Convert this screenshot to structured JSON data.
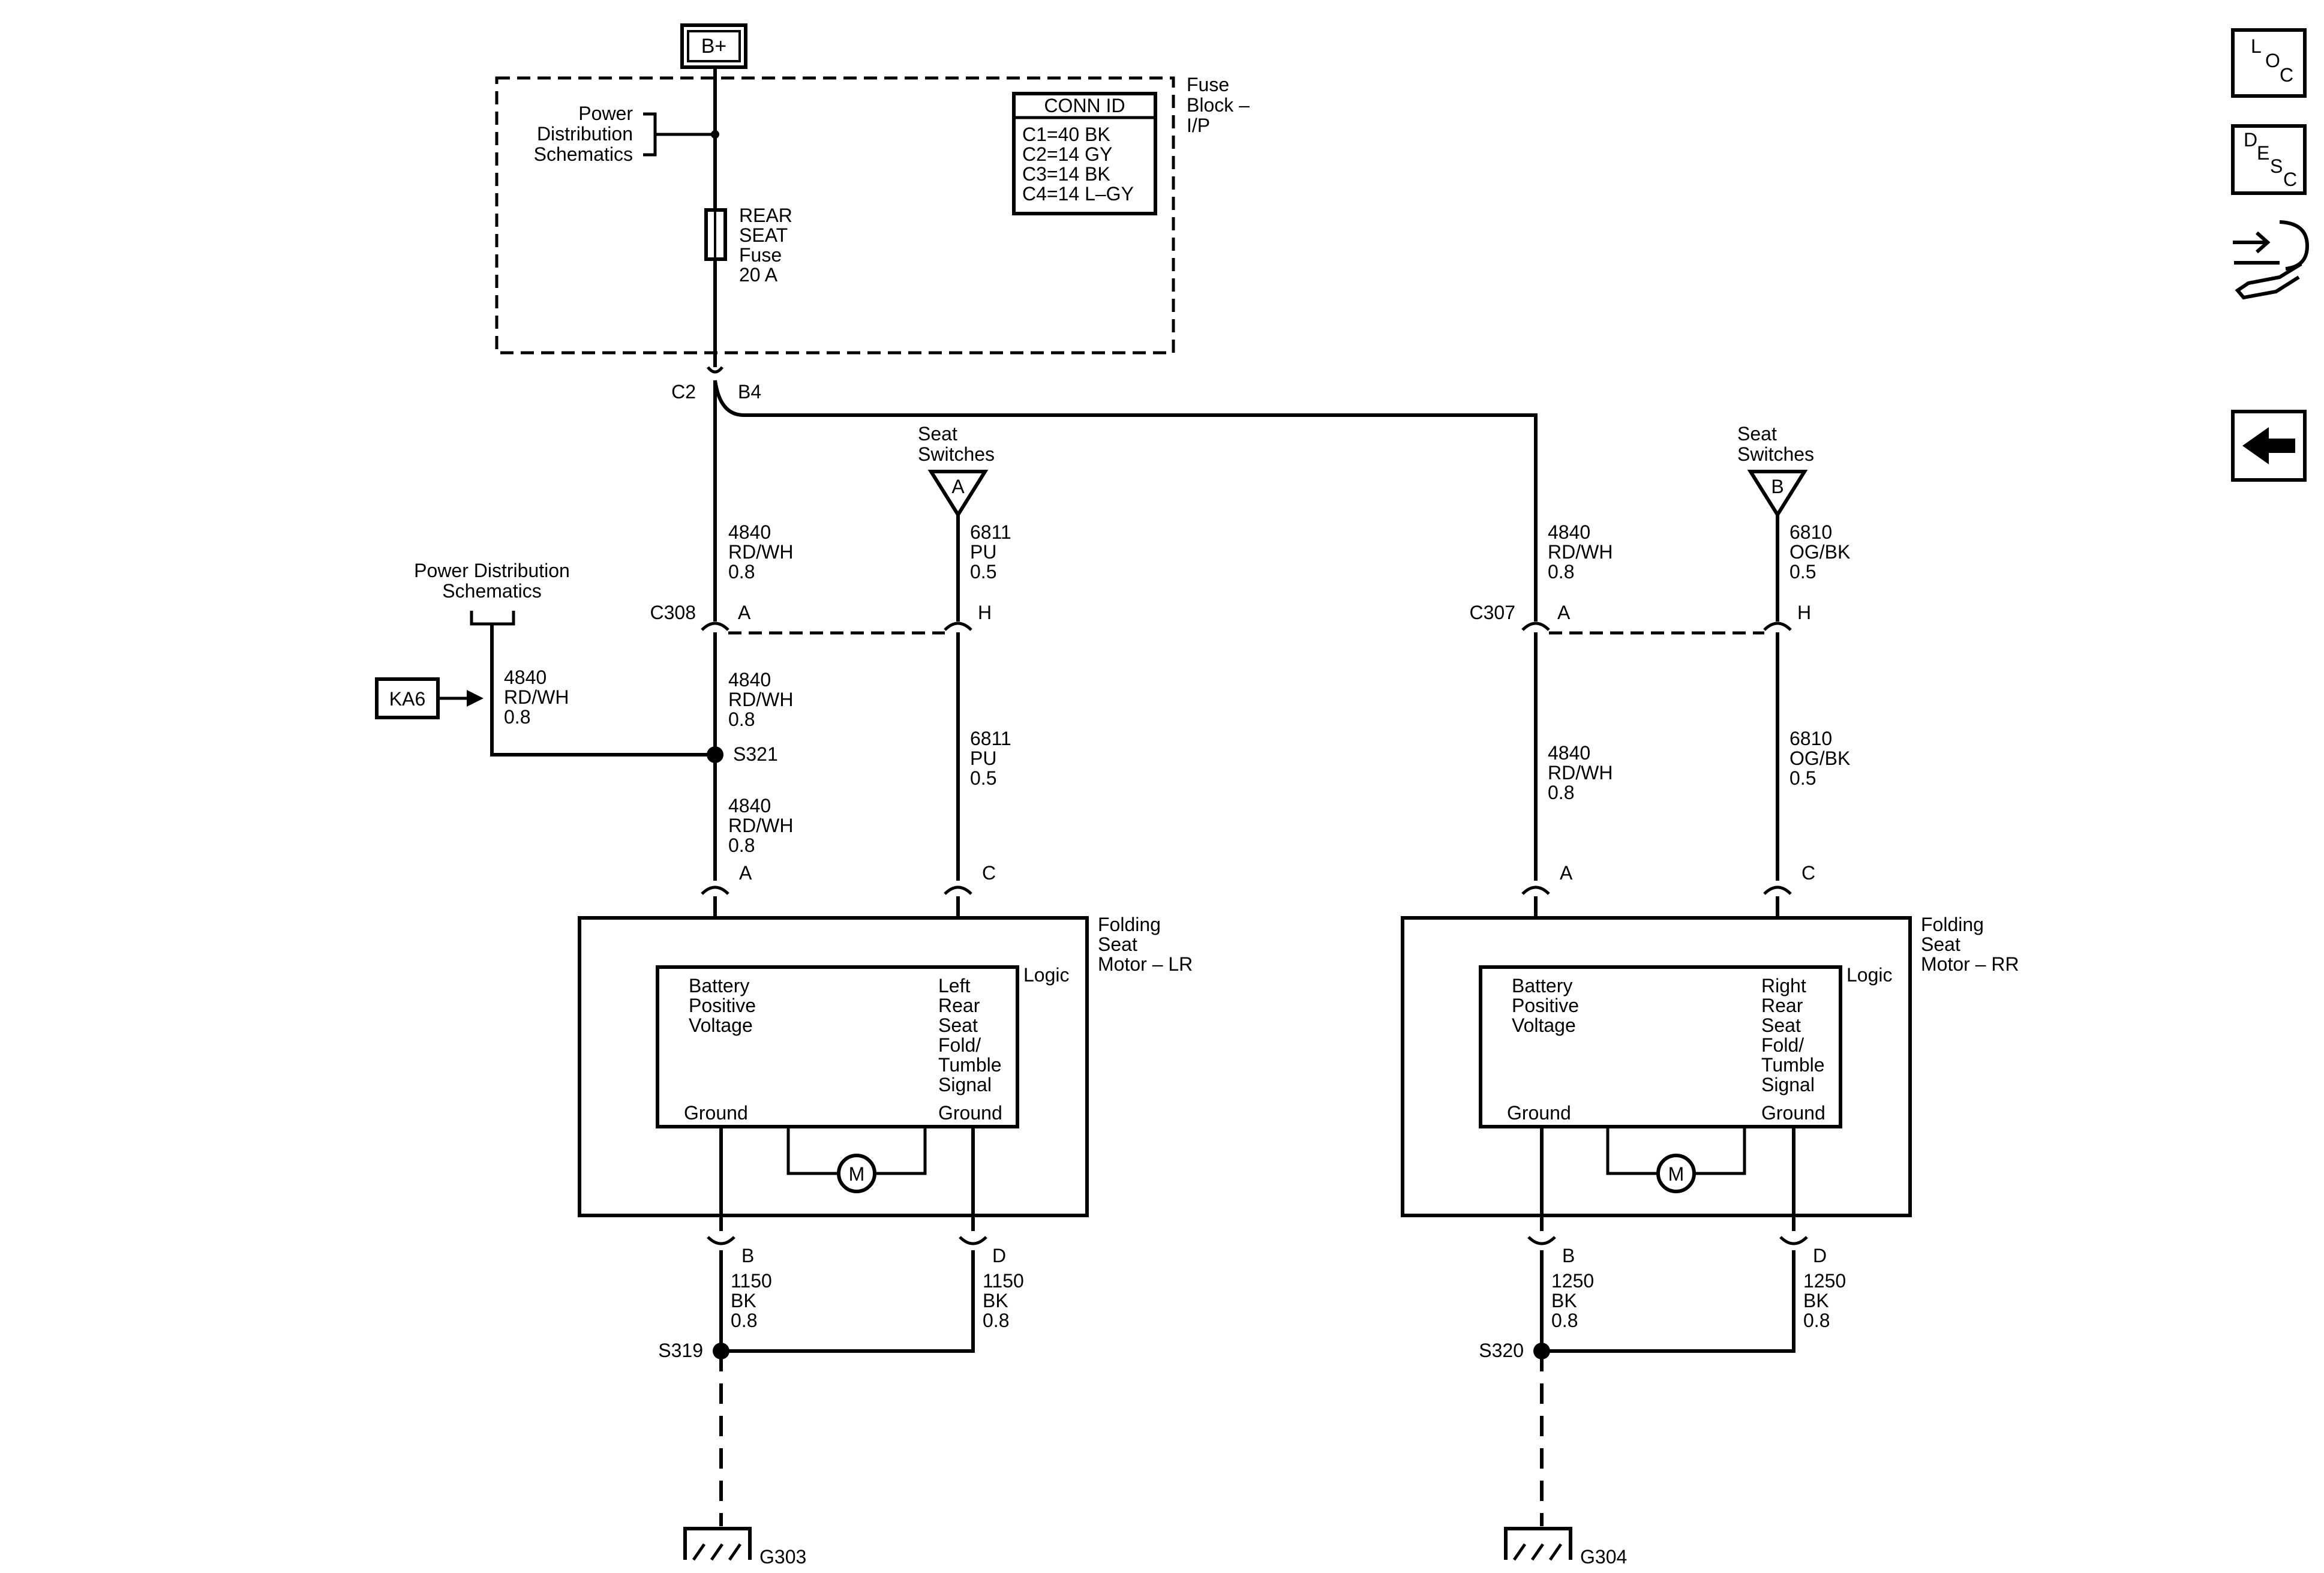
{
  "power_source": "B+",
  "fuse_block": {
    "label_lines": [
      "Fuse",
      "Block –",
      "I/P"
    ],
    "power_dist_lines": [
      "Power",
      "Distribution",
      "Schematics"
    ],
    "fuse_lines": [
      "REAR",
      "SEAT",
      "Fuse",
      "20 A"
    ],
    "conn_id_title": "CONN ID",
    "conn_id_rows": [
      "C1=40 BK",
      "C2=14 GY",
      "C3=14 BK",
      "C4=14 L–GY"
    ],
    "connector_c2": "C2",
    "pin_b4": "B4"
  },
  "seat_switches": {
    "left": {
      "lines": [
        "Seat",
        "Switches"
      ],
      "symbol": "A"
    },
    "right": {
      "lines": [
        "Seat",
        "Switches"
      ],
      "symbol": "B"
    }
  },
  "wires": {
    "w4840": [
      "4840",
      "RD/WH",
      "0.8"
    ],
    "w6811": [
      "6811",
      "PU",
      "0.5"
    ],
    "w6810": [
      "6810",
      "OG/BK",
      "0.5"
    ],
    "w1150": [
      "1150",
      "BK",
      "0.8"
    ],
    "w1250": [
      "1250",
      "BK",
      "0.8"
    ]
  },
  "power_dist_left": [
    "Power Distribution",
    "Schematics"
  ],
  "ka6": "KA6",
  "splices": {
    "s321": "S321",
    "s319": "S319",
    "s320": "S320"
  },
  "connectors": {
    "c308": "C308",
    "c307": "C307",
    "pin_a": "A",
    "pin_h": "H",
    "pin_c": "C",
    "pin_b": "B",
    "pin_d": "D"
  },
  "motors": {
    "lr": {
      "title_lines": [
        "Folding",
        "Seat",
        "Motor – LR"
      ],
      "logic": "Logic",
      "battery_lines": [
        "Battery",
        "Positive",
        "Voltage"
      ],
      "signal_lines": [
        "Left",
        "Rear",
        "Seat",
        "Fold/",
        "Tumble",
        "Signal"
      ],
      "ground_left": "Ground",
      "ground_right": "Ground",
      "motor_symbol": "M"
    },
    "rr": {
      "title_lines": [
        "Folding",
        "Seat",
        "Motor – RR"
      ],
      "logic": "Logic",
      "battery_lines": [
        "Battery",
        "Positive",
        "Voltage"
      ],
      "signal_lines": [
        "Right",
        "Rear",
        "Seat",
        "Fold/",
        "Tumble",
        "Signal"
      ],
      "ground_left": "Ground",
      "ground_right": "Ground",
      "motor_symbol": "M"
    }
  },
  "grounds": {
    "g303": "G303",
    "g304": "G304"
  },
  "nav": {
    "loc": [
      "L",
      "O",
      "C"
    ],
    "desc": [
      "D",
      "E",
      "S",
      "C"
    ]
  }
}
